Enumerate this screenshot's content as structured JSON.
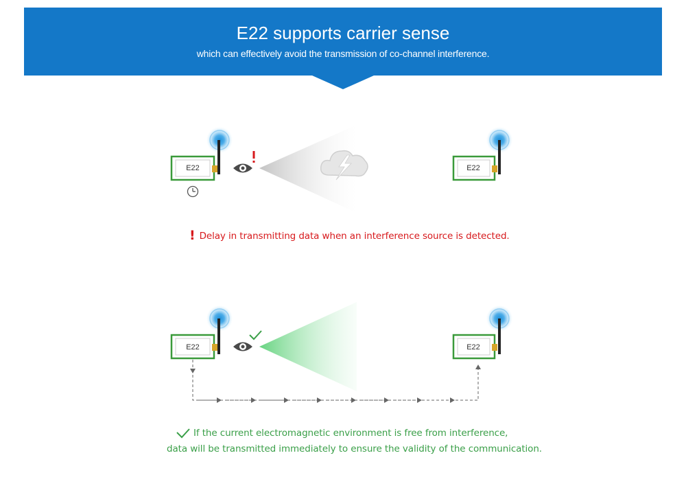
{
  "header": {
    "title": "E22 supports carrier sense",
    "subtitle": "which can effectively avoid the transmission of co-channel interference."
  },
  "scenario_interference": {
    "sender_label": "E22",
    "receiver_label": "E22",
    "caption": "Delay in transmitting data when an interference source is detected.",
    "caption_color": "#d7191c"
  },
  "scenario_clear": {
    "sender_label": "E22",
    "receiver_label": "E22",
    "caption_line1": "If the current electromagnetic environment is free from interference,",
    "caption_line2": "data will be transmitted immediately to ensure the validity of the communication.",
    "caption_color": "#3a9f48"
  },
  "colors": {
    "banner": "#1478c8",
    "module_border": "#3a9a3a",
    "signal": "#1e8fd8",
    "alert": "#d7191c",
    "ok": "#3a9f48"
  },
  "icons": [
    "antenna-signal-icon",
    "eye-icon",
    "exclamation-icon",
    "clock-icon",
    "lightning-cloud-icon",
    "checkmark-icon"
  ]
}
